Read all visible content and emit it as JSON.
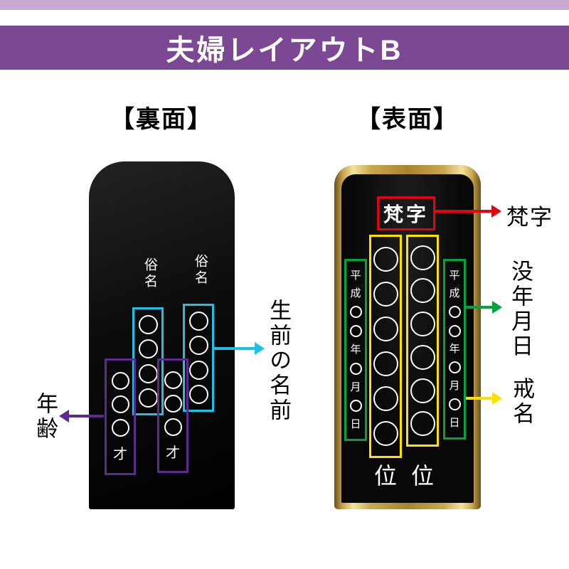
{
  "header": {
    "title": "夫婦レイアウトB",
    "bar_color": "#7d4893",
    "strip_color": "#c9a9d2"
  },
  "back_panel": {
    "heading": "【裏面】",
    "name_label": "俗名",
    "age_suffix": "才",
    "name_columns": [
      {
        "circles": 4
      },
      {
        "circles": 4
      }
    ],
    "age_columns": [
      {
        "circles": 3
      },
      {
        "circles": 3
      }
    ],
    "name_box_color": "#1ec0e4",
    "age_box_color": "#5b2c8f"
  },
  "front_panel": {
    "heading": "【表面】",
    "bonji_text": "梵字",
    "rank_char": "位",
    "date_text": "平成○○年○月○日",
    "kaimyo_columns": [
      {
        "circles": 6
      },
      {
        "circles": 6
      }
    ],
    "bonji_box_color": "#e60012",
    "kaimyo_box_color": "#ffe100",
    "date_box_color": "#00a33e",
    "frame_color": "#caa84e",
    "body_color": "#0a0a0a"
  },
  "annotations": {
    "lifetime_name": {
      "label": "生前の名前",
      "color": "#1ec0e4"
    },
    "age": {
      "label": "年齢",
      "color": "#5b2c8f"
    },
    "bonji": {
      "label": "梵字",
      "color": "#e60012"
    },
    "death_date": {
      "label": "没年月日",
      "color": "#00a33e"
    },
    "kaimyo": {
      "label": "戒名",
      "color": "#ffe100"
    }
  }
}
